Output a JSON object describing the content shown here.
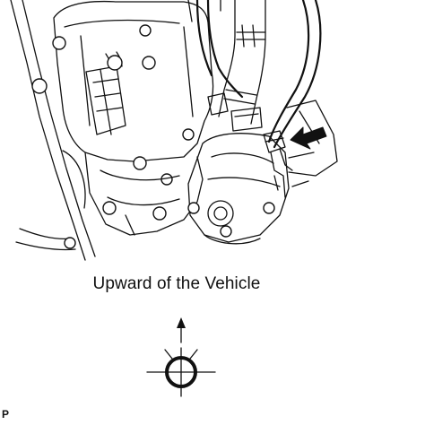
{
  "caption": "Upward of the Vehicle",
  "figure_code": "P",
  "icons": {
    "illustration": "engine-throttle-body-hose-illustration",
    "pointer": "black-arrow-icon",
    "orientation": "vehicle-direction-symbol-icon"
  },
  "colors": {
    "ink": "#111111",
    "background": "#ffffff"
  }
}
